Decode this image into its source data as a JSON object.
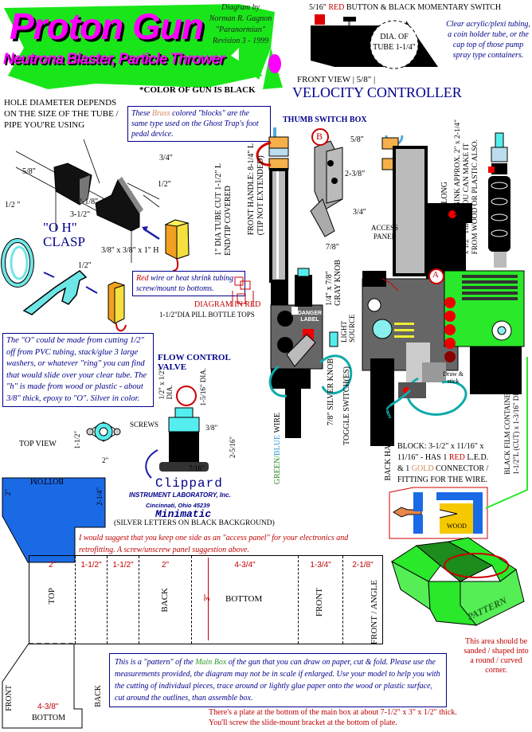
{
  "header": {
    "title": "Proton Gun",
    "subtitle": "Neutrona Blaster, Particle Thrower",
    "credit_lines": [
      "Diagram by",
      "Norman R. Gagnon",
      "\"Paranormian\"",
      "Revision 3 - 1999"
    ],
    "color_note": "*COLOR OF GUN IS BLACK"
  },
  "velocity_controller": {
    "top_label_prefix": "5/16\"",
    "top_label_red": "RED",
    "top_label_suffix": "BUTTON & BLACK MOMENTARY SWITCH",
    "tube_label_1": "DIA. OF",
    "tube_label_2": "TUBE 1-1/4\"",
    "front_view": "FRONT VIEW",
    "dim_58": "5/8\"",
    "title": "VELOCITY CONTROLLER",
    "clear_note": "Clear acrylic/plexi tubing, a coin holder tube, or the cap top of those pump spray type containers."
  },
  "blocks": {
    "hole_note": "HOLE DIAMETER DEPENDS ON THE SIZE OF THE TUBE / PIPE YOU'RE USING",
    "brass_note_pre": "These",
    "brass_note_word": "Brass",
    "brass_note_post": "colored \"blocks\" are the same type used on the Ghost Trap's foot pedal device.",
    "dims": [
      "5/8\"",
      "3/4\"",
      "1/2\"",
      "2-1/8\"",
      "3-1/2\"",
      "1/2 \"",
      "3/8\" x 3/8\" x 1\" H",
      "1/2\""
    ],
    "clasp_title_1": "\"O H\"",
    "clasp_title_2": "CLASP",
    "red_wire_note_red": "Red",
    "red_wire_note_rest": "wire or heat shrink tubing screw/mount to bottoms.",
    "o_note": "The \"O\" could be made from cutting 1/2\" off from PVC tubing, stack/glue 3 large washers, or whatever \"ring\" you can find that would slide over your clear tube. The \"h\" is made from wood or plastic - about 3/8\" thick, epoxy to \"O\". Silver in color."
  },
  "gun": {
    "thumb_switch_box": "THUMB SWITCH BOX",
    "marker_a": "A",
    "marker_b": "B",
    "dims": [
      "5/8\"",
      "2-3/8\"",
      "3/4\"",
      "7/8\""
    ],
    "access_panel": "ACCESS PANEL",
    "tube_label_1": "1\" DIA TUBE CUT 1-1/2\" L",
    "tube_label_2": "END/TIP COVERED",
    "front_handle_1": "FRONT HANDLE: 8-1/4\" L",
    "front_handle_2": "(TIP NOT EXTENDED)",
    "gray_knob_1": "1/4\" x 7/8\"",
    "gray_knob_2": "GRAY KNOB",
    "diagram_in_red": "DIAGRAM IN RED",
    "pill_tops": "1-1/2\"DIA PILL BOTTLE TOPS",
    "danger_label": "DANGER LABEL",
    "light_source": "LIGHT SOURCE",
    "silver_knob": "7/8\" SILVER KNOB",
    "toggle_switch": "TOGGLE SWITCH(ES)",
    "green_wire_green": "GREEN/",
    "green_wire_blue": "BLUE",
    "green_wire_rest": " WIRE",
    "back_handle": "BACK HANDLE: 6-3/4\" L",
    "grip": "GRIP: 4-1/2\" LONG",
    "heat_sink_1": "BLACK HEAT SINK APPROX. 2\" x 2-1/4\"",
    "heat_sink_2": "x 1/2\" Thick - YOU CAN MAKE IT",
    "heat_sink_3": "FROM WOOD OR PLASTIC ALSO.",
    "draw_stick": "Draw & stick",
    "block_note_1": "BLOCK: 3-1/2\" x 11/16\" x",
    "block_note_2a": "11/16\" - HAS 1",
    "block_note_2red": "RED",
    "block_note_2b": "L.E.D.",
    "block_note_3a": "& 1",
    "block_note_3gold": "GOLD",
    "block_note_3b": "CONNECTOR /",
    "block_note_4": "FITTING FOR THE WIRE.",
    "film_1": "BLACK FILM CONTAINER",
    "film_2": "1-1/2\"L (CUT) x 1-3/16\" DIA.",
    "wood": "WOOD"
  },
  "flow_valve": {
    "title_1": "FLOW CONTROL",
    "title_2": "VALVE",
    "dia_1": "1/2\" x 1/2\"",
    "dia_2": "DIA.",
    "dia_3": "1-5/16\" DIA.",
    "dims": [
      "3/8\"",
      "2-5/16\"",
      "7/16\"",
      "2\"",
      "1-1/2\""
    ],
    "screws": "SCREWS",
    "top_view": "TOP VIEW",
    "brand": "Clippard",
    "lab": "INSTRUMENT LABORATORY, Inc.",
    "city": "Cincinnati, Ohio 45239",
    "model": "Minimatic",
    "silver_note": "(SILVER LETTERS ON BLACK BACKGROUND)"
  },
  "pattern": {
    "bottom_panel": "BOTTOM",
    "side_2": "2\"",
    "side_2_14": "2-1/4\"",
    "access_note": "I would suggest that you keep one side as an \"access panel\" for your electronics and retrofitting. A screw/unscrew panel suggestion above.",
    "columns": [
      {
        "dim": "2\"",
        "label": "TOP"
      },
      {
        "dim": "1-1/2\"",
        "label": ""
      },
      {
        "dim": "1-1/2\"",
        "label": ""
      },
      {
        "dim": "2\"",
        "label": "BACK"
      },
      {
        "dim": "4-3/4\"",
        "label": "BOTTOM"
      },
      {
        "dim": "1-3/4\"",
        "label": "FRONT"
      },
      {
        "dim": "2-1/8\"",
        "label": "FRONT / ANGLE"
      }
    ],
    "height": "3\"",
    "bottom_front": "FRONT",
    "bottom_back": "BACK",
    "bottom_dim": "4-3/8\"",
    "bottom_label": "BOTTOM",
    "pattern_note_pre": "This is a \"pattern\" of the",
    "pattern_note_green": "Main Box",
    "pattern_note_post": "of the gun that you can draw on paper, cut & fold. Please use the measurements provided, the diagram may not be in scale if enlarged. Use your model to help you with the cutting of individual pieces, trace around or lightly glue paper onto the wood or plastic surface, cut around the outlines, than assemble box.",
    "iso_label": "PATTERN",
    "sand_note": "This area should be sanded / shaped into a round / curved corner.",
    "plate_note_1": "There's a plate at the bottom of the main box at about 7-1/2\" x 3\" x 1/2\" thick.",
    "plate_note_2": "You'll screw the slide-mount bracket at the bottom of plate."
  },
  "colors": {
    "magenta": "#ff00ff",
    "green": "#00e000",
    "navy": "#00008b",
    "red": "#c00000",
    "brass": "#f5c26b",
    "cyan": "#1fb5b5",
    "blue_panel": "#0f6ae6"
  }
}
